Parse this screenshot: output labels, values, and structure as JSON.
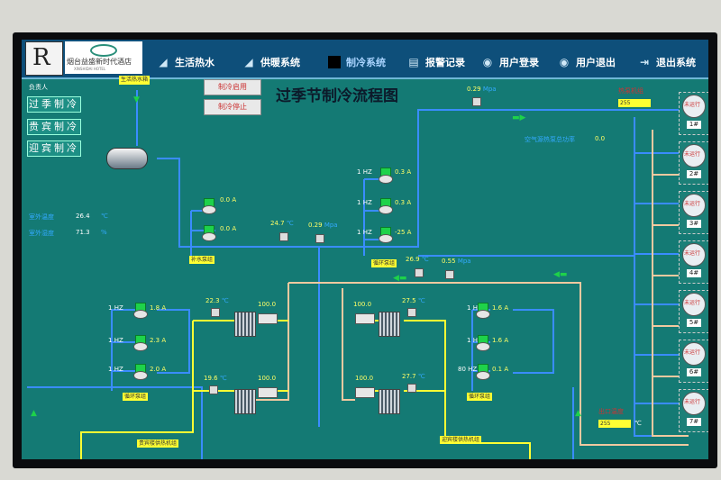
{
  "header": {
    "logo_letter": "R",
    "hotel_name": "烟台益盛新时代酒店",
    "hotel_sub": "XINSHIDAI HOTEL",
    "nav": [
      {
        "label": "生活热水",
        "icon": "pipe-icon"
      },
      {
        "label": "供暖系统",
        "icon": "pipe-icon"
      },
      {
        "label": "制冷系统",
        "icon": "monitor-icon"
      },
      {
        "label": "报警记录",
        "icon": "document-icon"
      },
      {
        "label": "用户登录",
        "icon": "user-icon"
      },
      {
        "label": "用户退出",
        "icon": "user-exit-icon"
      },
      {
        "label": "退出系统",
        "icon": "exit-icon"
      }
    ]
  },
  "sidebar": {
    "owner_label": "负责人",
    "modes": [
      "过季制冷",
      "贵宾制冷",
      "迎宾制冷"
    ],
    "outdoor_temp_label": "室外温度",
    "outdoor_temp_value": "26.4",
    "outdoor_temp_unit": "℃",
    "outdoor_humidity_label": "室外湿度",
    "outdoor_humidity_value": "71.3",
    "outdoor_humidity_unit": "%"
  },
  "controls": {
    "start": "制冷启用",
    "stop": "制冷停止",
    "title": "过季节制冷流程图",
    "life_hot_water": "生活热水箱"
  },
  "readings": {
    "top_pressure": "0.29",
    "top_pressure_unit": "Mpa",
    "heat_pump_label": "热泵机组",
    "heat_pump_value": "255",
    "mid_text": "空气源热泵总功率",
    "mid_value": "0.0",
    "make_temp": "24.7",
    "make_press": "0.29",
    "loop_temp": "26.9",
    "loop_press": "0.55",
    "temp_unit": "℃",
    "press_unit": "Mpa",
    "makeup_pump_label": "补水泵组",
    "circ_pump_label": "循环泵组",
    "circ_pump_label2": "循环泵组",
    "circ_pump_label3": "循环泵组",
    "hx_left_label": "贵宾楼供热机组",
    "hx_right_label": "迎宾楼供热机组",
    "hx_tl_temp": "22.3",
    "hx_tl_val": "100.0",
    "hx_bl_temp": "19.6",
    "hx_bl_val": "100.0",
    "hx_tr_temp": "27.5",
    "hx_tr_val": "100.0",
    "hx_br_temp": "27.7",
    "hx_br_val": "100.0",
    "bottom_right_label": "出口温度",
    "bottom_right_value": "255"
  },
  "pumps": {
    "makeup": [
      {
        "a": "0.0",
        "u": "A"
      },
      {
        "a": "0.0",
        "u": "A"
      }
    ],
    "circ": [
      {
        "n": "1",
        "hz": "HZ",
        "a": "0.3",
        "u": "A"
      },
      {
        "n": "1",
        "hz": "HZ",
        "a": "0.3",
        "u": "A"
      },
      {
        "n": "1",
        "hz": "HZ",
        "a": "-25",
        "u": "A"
      }
    ],
    "left": [
      {
        "n": "1",
        "hz": "HZ",
        "a": "1.8",
        "u": "A"
      },
      {
        "n": "1",
        "hz": "HZ",
        "a": "2.3",
        "u": "A"
      },
      {
        "n": "1",
        "hz": "HZ",
        "a": "2.0",
        "u": "A"
      }
    ],
    "right": [
      {
        "n": "1",
        "hz": "HZ",
        "a": "1.6",
        "u": "A"
      },
      {
        "n": "1",
        "hz": "HZ",
        "a": "1.6",
        "u": "A"
      },
      {
        "n": "80",
        "hz": "HZ",
        "a": "0.1",
        "u": "A"
      }
    ]
  },
  "units": {
    "status": "未运行",
    "list": [
      "1#",
      "2#",
      "3#",
      "4#",
      "5#",
      "6#",
      "7#"
    ]
  }
}
